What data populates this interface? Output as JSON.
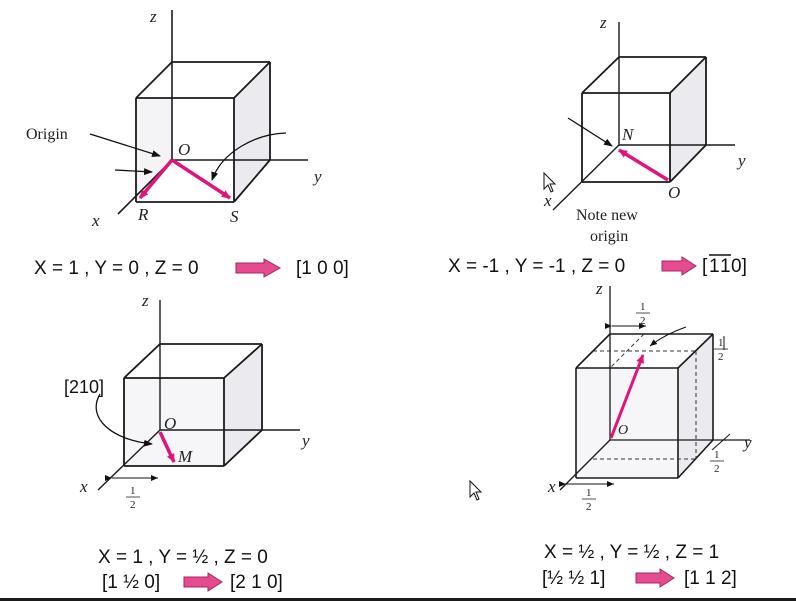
{
  "panels": [
    {
      "equation": "X = 1 , Y = 0 , Z = 0",
      "result": "[1 0 0]",
      "labels": {
        "z": "z",
        "y": "y",
        "x": "x",
        "origin_callout": "Origin",
        "o": "O",
        "r": "R",
        "s": "S"
      }
    },
    {
      "equation": "X = -1 , Y = -1 , Z = 0",
      "result_prefix": "[",
      "result_bar1": "1",
      "result_bar2": "1",
      "result_suffix": "0]",
      "labels": {
        "z": "z",
        "y": "y",
        "x": "x",
        "n": "N",
        "o": "O",
        "note_line1": "Note new",
        "note_line2": "origin"
      }
    },
    {
      "equation": "X = 1 , Y = ½ , Z = 0",
      "intermediate": "[1 ½ 0]",
      "result": "[2 1 0]",
      "labels": {
        "z": "z",
        "y": "y",
        "x": "x",
        "callout": "[210]",
        "o": "O",
        "m": "M",
        "half_num": "1",
        "half_den": "2"
      }
    },
    {
      "equation": "X = ½ , Y = ½ , Z = 1",
      "intermediate": "[½ ½ 1]",
      "result": "[1 1 2]",
      "labels": {
        "z": "z",
        "y": "y",
        "x": "x",
        "o": "O",
        "half_num": "1",
        "half_den": "2"
      }
    }
  ],
  "colors": {
    "arrow_magenta": "#e0157c",
    "arrow_block": "#e64a8f",
    "cube_edge": "#1a1a1a",
    "cube_face": "#f2f2f4"
  }
}
